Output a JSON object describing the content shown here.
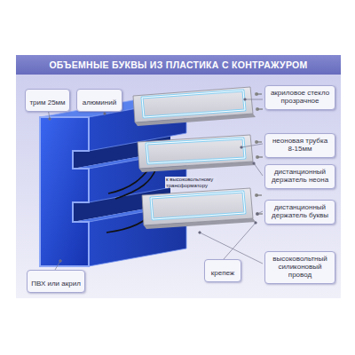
{
  "diagram": {
    "title": "ОБЪЕМНЫЕ БУКВЫ ИЗ ПЛАСТИКА С КОНТРАЖУРОМ",
    "nodes": [
      {
        "text": [
          "трим 25мм"
        ]
      },
      {
        "text": [
          "алюминий"
        ]
      },
      {
        "text": [
          "акриловое стекло прозрачное"
        ]
      },
      {
        "text": [
          "неоновая трубка 8-15мм"
        ]
      },
      {
        "text": [
          "дистанционный держатель неона"
        ]
      },
      {
        "text": [
          "дистанционный держатель буквы"
        ]
      },
      {
        "text": [
          "ПВХ или акрил"
        ]
      },
      {
        "text": [
          "крепеж"
        ]
      },
      {
        "text": [
          "высоковольтный силиконовый провод"
        ]
      }
    ],
    "labels": [
      "к высоковольтному трансформатору"
    ]
  }
}
